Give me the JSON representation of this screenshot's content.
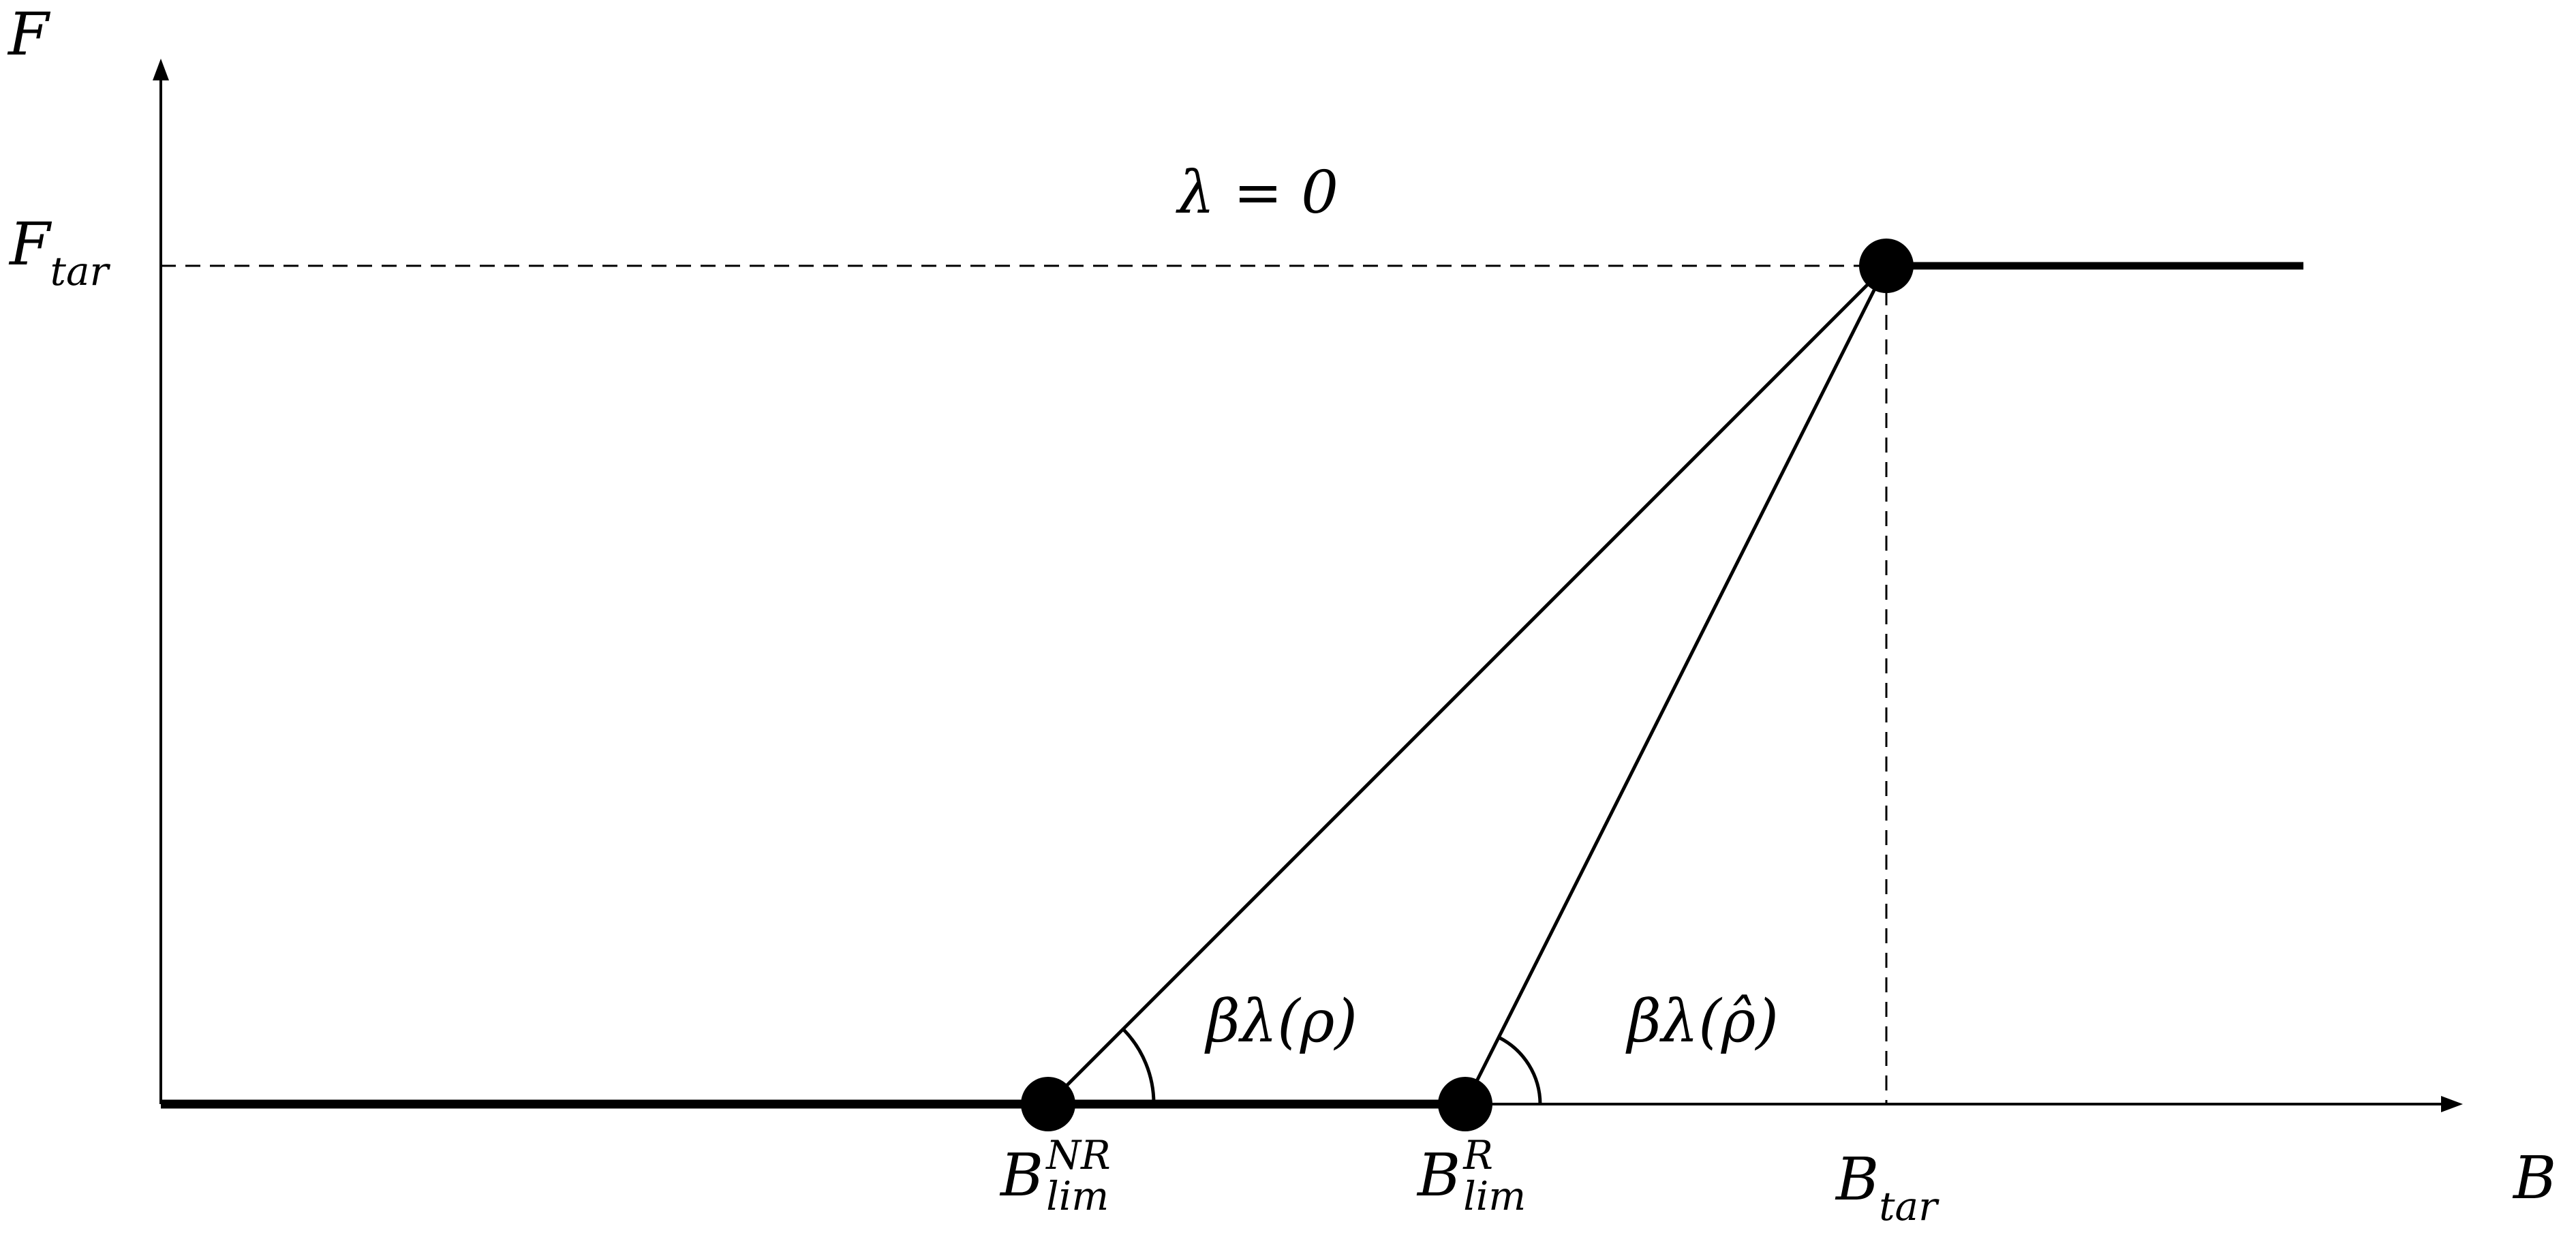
{
  "labels": {
    "f_axis": "F",
    "b_axis": "B",
    "f_tar_main": "F",
    "f_tar_sub": "tar",
    "lambda_zero": "λ = 0",
    "b_tar_main": "B",
    "b_tar_sub": "tar",
    "blim_nr_main": "B",
    "blim_nr_sup": "NR",
    "blim_nr_sub": "lim",
    "blim_r_main": "B",
    "blim_r_sup": "R",
    "blim_r_sub": "lim",
    "angle_rho": "βλ(ρ)",
    "angle_rho_hat": "βλ(ρ̂)"
  },
  "colors": {
    "ink": "#000000",
    "background": "#ffffff"
  }
}
